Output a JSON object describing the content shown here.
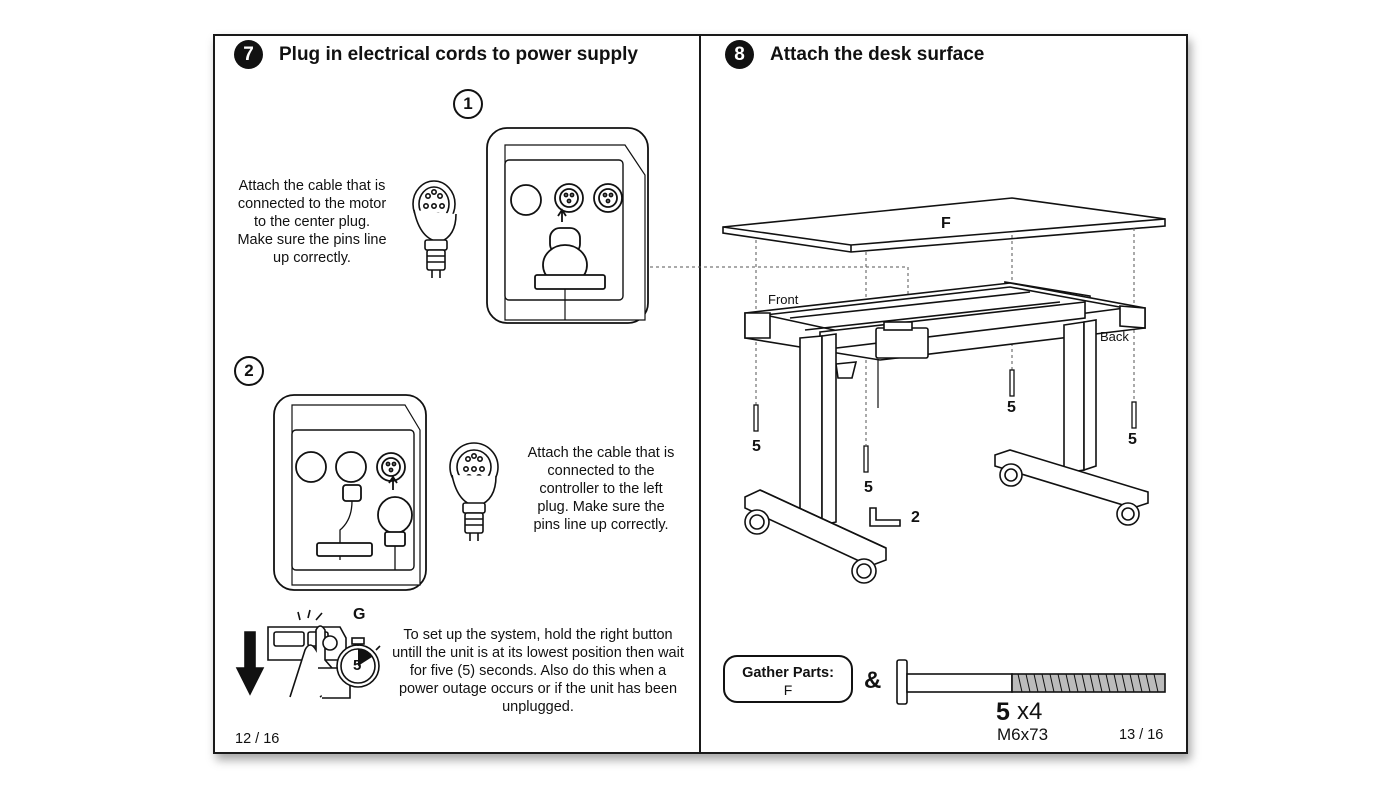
{
  "left_page": {
    "step_number": "7",
    "title": "Plug in electrical cords to power supply",
    "sub1_number": "1",
    "sub1_text": "Attach the cable that is connected to the motor to the center plug. Make sure the pins line up correctly.",
    "sub2_number": "2",
    "sub2_text": "Attach the cable that is connected to the controller to the left plug. Make sure the pins line up correctly.",
    "part_letter": "G",
    "timer_value": "5",
    "setup_text": "To set up the system, hold the right button untill the unit is at its lowest position then wait for five (5) seconds. Also do this when a power outage occurs or if the unit has been unplugged.",
    "page_number": "12 / 16"
  },
  "right_page": {
    "step_number": "8",
    "title": "Attach the desk surface",
    "surface_label": "F",
    "front_label": "Front",
    "back_label": "Back",
    "screw_count_labels": [
      "5",
      "5",
      "5",
      "5"
    ],
    "allen_key_label": "2",
    "gather_title": "Gather Parts:",
    "gather_part": "F",
    "ampersand": "&",
    "screw_qty": "5",
    "screw_mult": "x4",
    "screw_spec": "M6x73",
    "page_number": "13 / 16"
  }
}
